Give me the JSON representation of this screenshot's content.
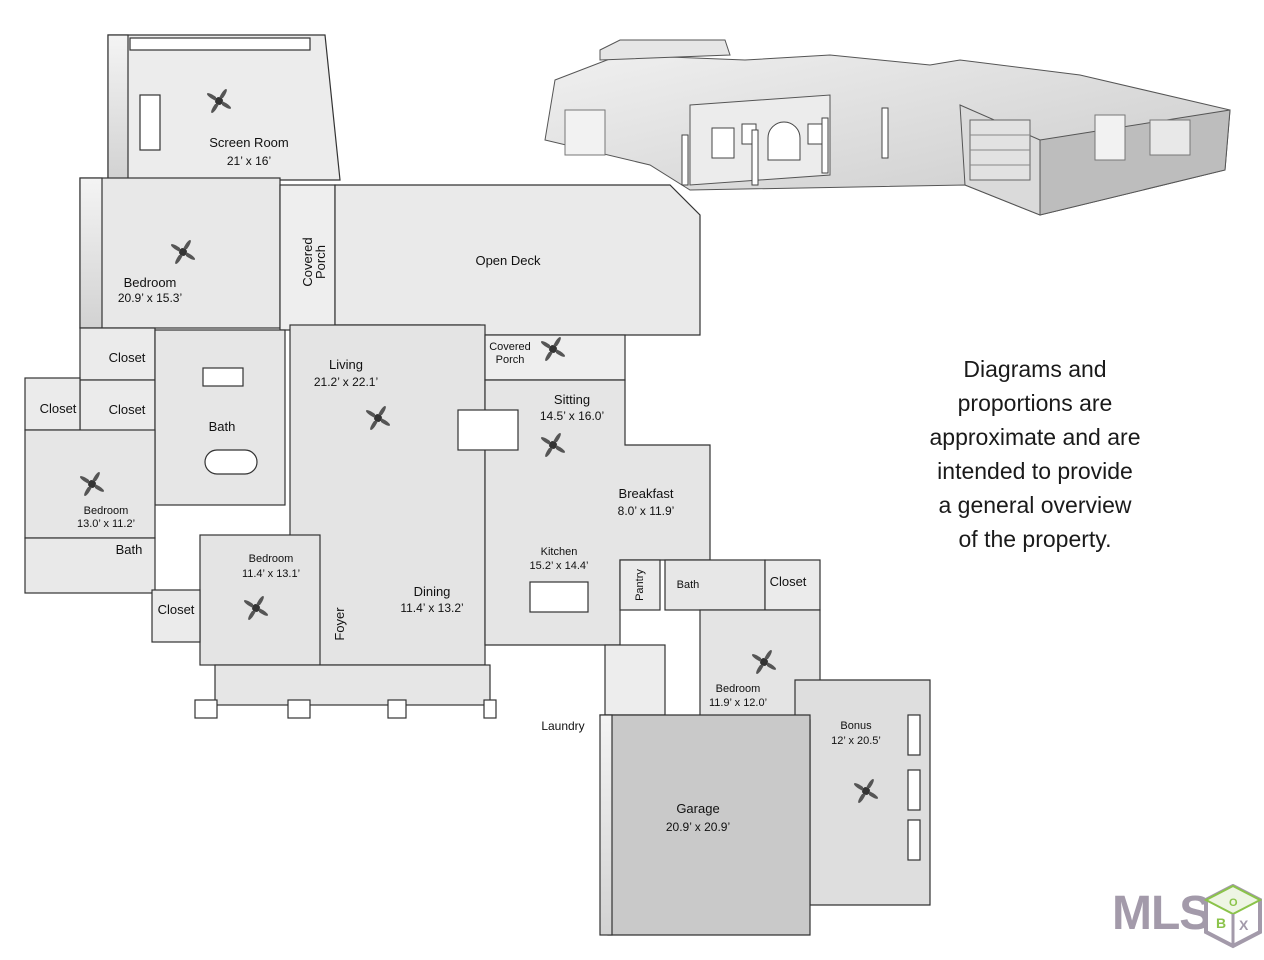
{
  "rooms": [
    {
      "id": "screen-room",
      "name": "Screen Room",
      "dims": "21’ x 16’"
    },
    {
      "id": "bedroom-nw",
      "name": "Bedroom",
      "dims": "20.9’ x 15.3’"
    },
    {
      "id": "covered-porch-west",
      "name": "Covered Porch",
      "dims": ""
    },
    {
      "id": "open-deck",
      "name": "Open Deck",
      "dims": ""
    },
    {
      "id": "covered-porch-center",
      "name": "Covered Porch",
      "dims": ""
    },
    {
      "id": "living",
      "name": "Living",
      "dims": "21.2’ x 22.1’"
    },
    {
      "id": "sitting",
      "name": "Sitting",
      "dims": "14.5’ x 16.0’"
    },
    {
      "id": "closet-1",
      "name": "Closet",
      "dims": ""
    },
    {
      "id": "closet-2",
      "name": "Closet",
      "dims": ""
    },
    {
      "id": "closet-3",
      "name": "Closet",
      "dims": ""
    },
    {
      "id": "bath-master",
      "name": "Bath",
      "dims": ""
    },
    {
      "id": "bedroom-west",
      "name": "Bedroom",
      "dims": "13.0’ x 11.2’"
    },
    {
      "id": "bath-west",
      "name": "Bath",
      "dims": ""
    },
    {
      "id": "bedroom-south",
      "name": "Bedroom",
      "dims": "11.4’ x 13.1’"
    },
    {
      "id": "closet-4",
      "name": "Closet",
      "dims": ""
    },
    {
      "id": "foyer",
      "name": "Foyer",
      "dims": ""
    },
    {
      "id": "dining",
      "name": "Dining",
      "dims": "11.4’ x 13.2’"
    },
    {
      "id": "breakfast",
      "name": "Breakfast",
      "dims": "8.0’ x 11.9’"
    },
    {
      "id": "kitchen",
      "name": "Kitchen",
      "dims": "15.2’ x 14.4’"
    },
    {
      "id": "pantry",
      "name": "Pantry",
      "dims": ""
    },
    {
      "id": "bath-east",
      "name": "Bath",
      "dims": ""
    },
    {
      "id": "closet-5",
      "name": "Closet",
      "dims": ""
    },
    {
      "id": "bedroom-east",
      "name": "Bedroom",
      "dims": "11.9’ x 12.0’"
    },
    {
      "id": "laundry",
      "name": "Laundry",
      "dims": ""
    },
    {
      "id": "bonus",
      "name": "Bonus",
      "dims": "12’ x 20.5’"
    },
    {
      "id": "garage",
      "name": "Garage",
      "dims": "20.9’ x 20.9’"
    }
  ],
  "note": {
    "lines": [
      "Diagrams and",
      "proportions are",
      "approximate and are",
      "intended to provide",
      "a general overview",
      "of the property."
    ]
  },
  "logo": {
    "text": "MLS",
    "icon": "mlsbox-cube-icon",
    "colors": {
      "text": "#a39aaa",
      "cube_green": "#8bc34a"
    }
  },
  "colors": {
    "wall": "#ffffff",
    "wall_stroke": "#333333",
    "floor": "#e9e9e9",
    "floor_dark": "#cfcfcf"
  }
}
